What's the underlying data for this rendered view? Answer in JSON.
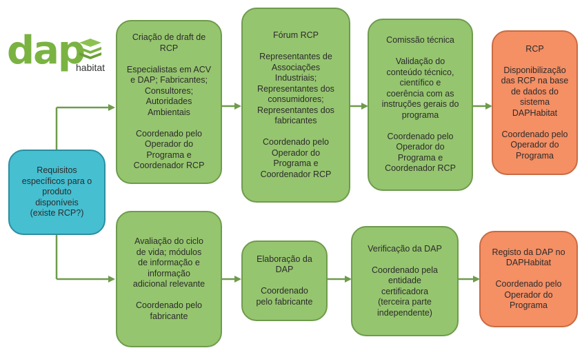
{
  "logo": {
    "word": "dap",
    "sub": "habitat"
  },
  "boxes": {
    "requisitos": "Requisitos\nespecíficos para o\nproduto\ndisponíveis\n(existe RCP?)",
    "criacao": "Criação de draft de\nRCP\n\nEspecialistas em ACV\ne DAP; Fabricantes;\nConsultores;\nAutoridades\nAmbientais\n\nCoordenado pelo\nOperador do\nPrograma e\nCoordenador RCP",
    "forum": "Fórum RCP\n\nRepresentantes de\nAssociações\nIndustriais;\nRepresentantes dos\nconsumidores;\nRepresentantes dos\nfabricantes\n\nCoordenado pelo\nOperador do\nPrograma e\nCoordenador RCP",
    "comissao": "Comissão técnica\n\nValidação do\nconteúdo técnico,\ncientífico e\ncoerência com as\ninstruções gerais do\nprograma\n\nCoordenado pelo\nOperador do\nPrograma e\nCoordenador RCP",
    "rcp": "RCP\n\nDisponibilização\ndas RCP na base\nde dados do\nsistema\nDAPHabitat\n\nCoordenado pelo\nOperador do\nPrograma",
    "avaliacao": "Avaliação do ciclo\nde vida; módulos\nde informação e\ninformação\nadicional relevante\n\nCoordenado pelo\nfabricante",
    "elaboracao": "Elaboração da\nDAP\n\nCoordenado\npelo fabricante",
    "verificacao": "Verificação da DAP\n\nCoordenado pela\nentidade\ncertificadora\n(terceira parte\nindependente)",
    "registo": "Registo da DAP no\nDAPHabitat\n\nCoordenado pelo\nOperador do\nPrograma"
  },
  "colors": {
    "green": "#96c56f",
    "teal": "#46bfd1",
    "orange": "#f58f64",
    "arrow": "#6e9b4c"
  }
}
